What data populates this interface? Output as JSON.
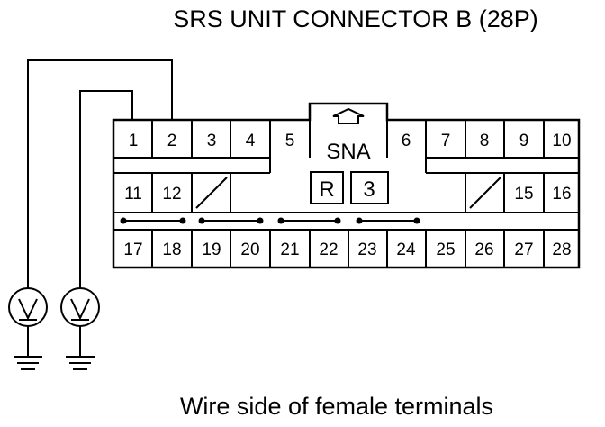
{
  "title": "SRS UNIT CONNECTOR B (28P)",
  "caption": "Wire side of female terminals",
  "connector": {
    "lock_label": "SNA",
    "marks": [
      "R",
      "3"
    ],
    "row1": [
      "1",
      "2",
      "3",
      "4",
      "5",
      "6",
      "7",
      "8",
      "9",
      "10"
    ],
    "row2_left": [
      "11",
      "12"
    ],
    "row2_right": [
      "15",
      "16"
    ],
    "row3": [
      "17",
      "18",
      "19",
      "20",
      "21",
      "22",
      "23",
      "24",
      "25",
      "26",
      "27",
      "28"
    ]
  },
  "probes": [
    {
      "name": "voltmeter-1",
      "terminal": "2"
    },
    {
      "name": "voltmeter-2",
      "terminal": "1"
    }
  ]
}
